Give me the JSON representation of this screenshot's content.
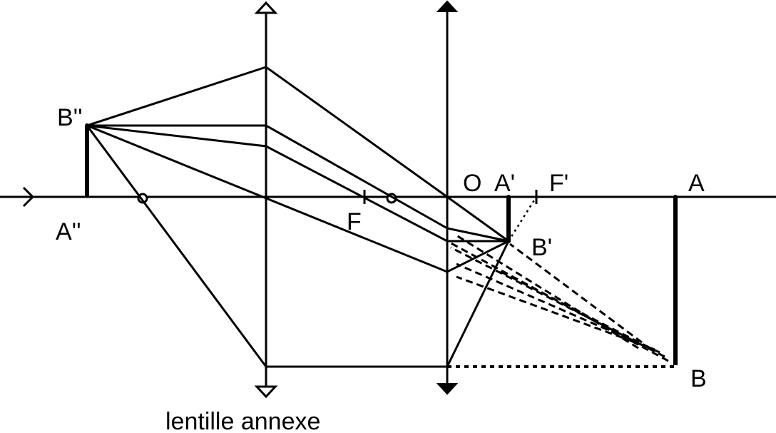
{
  "labels": {
    "b_double_prime": "B''",
    "a_double_prime": "A''",
    "f": "F",
    "o": "O",
    "a_prime": "A'",
    "f_prime": "F'",
    "a": "A",
    "b_prime": "B'",
    "b": "B"
  },
  "caption": "lentille annexe"
}
